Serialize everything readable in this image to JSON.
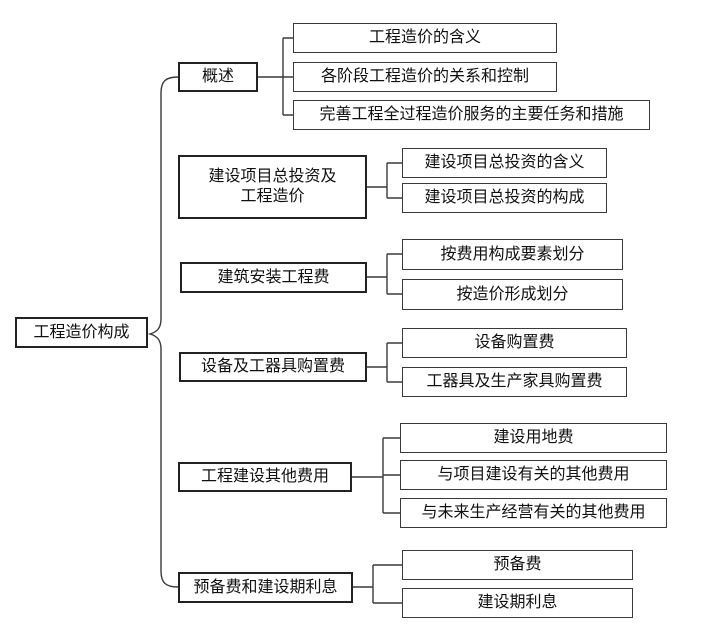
{
  "root": {
    "label": "工程造价构成"
  },
  "branches": [
    {
      "label": "概述",
      "children": [
        "工程造价的含义",
        "各阶段工程造价的关系和控制",
        "完善工程全过程造价服务的主要任务和措施"
      ]
    },
    {
      "label": "建设项目总投资及\n工程造价",
      "children": [
        "建设项目总投资的含义",
        "建设项目总投资的构成"
      ]
    },
    {
      "label": "建筑安装工程费",
      "children": [
        "按费用构成要素划分",
        "按造价形成划分"
      ]
    },
    {
      "label": "设备及工器具购置费",
      "children": [
        "设备购置费",
        "工器具及生产家具购置费"
      ]
    },
    {
      "label": "工程建设其他费用",
      "children": [
        "建设用地费",
        "与项目建设有关的其他费用",
        "与未来生产经营有关的其他费用"
      ]
    },
    {
      "label": "预备费和建设期利息",
      "children": [
        "预备费",
        "建设期利息"
      ]
    }
  ],
  "colors": {
    "line-color": "#3a3a3a",
    "border-thick": "#222222",
    "border-thin": "#3a3a3a",
    "text-color": "#111111",
    "bg-color": "#ffffff"
  }
}
